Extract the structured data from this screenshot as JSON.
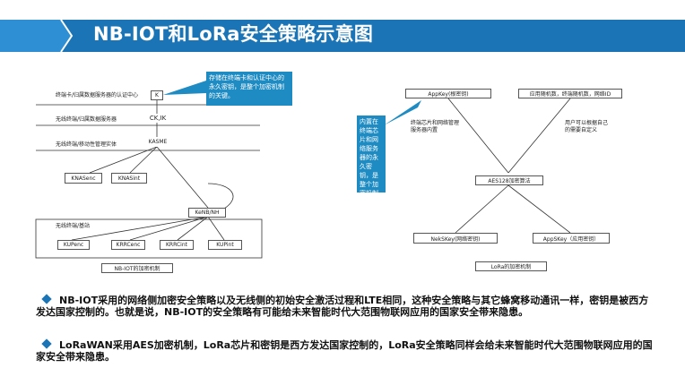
{
  "title": "NB-IOT和LoRa安全策略示意图",
  "colors": {
    "header_bg": "#1a74b5",
    "header_light": "#2f8fd4",
    "callout_bg": "#1e8bc3",
    "bullet": "#1a74b5"
  },
  "nbiot": {
    "callout": "存储在终端卡和认证中心的永久密钥，是整个加密机制的关键。",
    "row1_label": "终端卡/归属数据服务器的认证中心",
    "k": "K",
    "ckik": "CK,IK",
    "row2_label": "无线终端/归属数据服务器",
    "row3_label": "无线终端/移动性管理实体",
    "kasme": "KASME",
    "knas_enc": "KNASenc",
    "knas_int": "KNASint",
    "kenb": "KeNB/NH",
    "row4_label": "无线终端/基站",
    "kup_enc": "KUPenc",
    "krrc_enc": "KRRCenc",
    "krrc_int": "KRRCint",
    "kup_int": "KUPint",
    "caption": "NB-IOT的加密机制"
  },
  "lora": {
    "callout": "内置在终端芯片和网络服务器的永久密钥，是整个加密机制的关键。",
    "appkey": "AppKey(根密钥)",
    "appkey_note": "终端芯片和网络管理服务器内置",
    "rand": "应用随机数，终端随机数，网络ID",
    "rand_note": "用户可以根据自己的需要自定义",
    "aes": "AES128加密算法",
    "nwkskey": "NekSKey(网络密钥)",
    "appskey": "AppSKey（应用密钥）",
    "caption": "LoRa的加密机制"
  },
  "bullets": [
    "NB-IOT采用的网络侧加密安全策略以及无线侧的初始安全激活过程和LTE相同，这种安全策略与其它蜂窝移动通讯一样，密钥是被西方发达国家控制的。也就是说，NB-IOT的安全策略有可能给未来智能时代大范围物联网应用的国家安全带来隐患。",
    "LoRaWAN采用AES加密机制，LoRa芯片和密钥是西方发达国家控制的，LoRa安全策略同样会给未来智能时代大范围物联网应用的国家安全带来隐患。"
  ]
}
